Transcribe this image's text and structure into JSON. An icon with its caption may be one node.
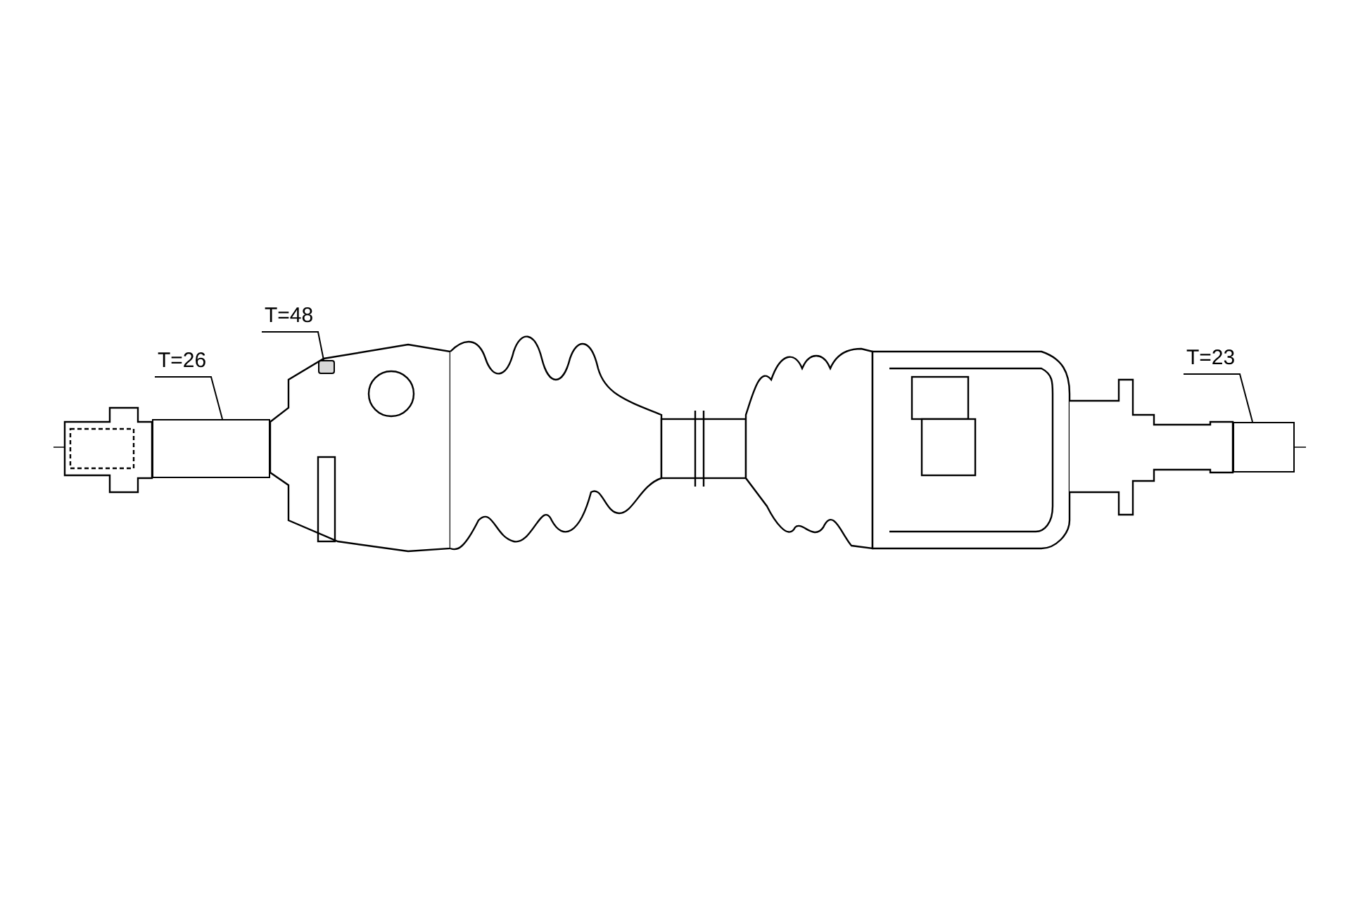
{
  "diagram": {
    "nodes": [
      {
        "text": [
          "T=26"
        ]
      },
      {
        "text": [],
        "shape": "bar"
      },
      {
        "text": [
          "T=48"
        ]
      },
      {
        "text": [],
        "shape": "box"
      },
      {
        "text": [
          "T=23"
        ]
      },
      {
        "text": [],
        "shape": "bar"
      }
    ],
    "edges": [
      {
        "from": 0,
        "to": 1,
        "arrow": "none"
      },
      {
        "from": 2,
        "to": 3,
        "arrow": "none"
      },
      {
        "from": 4,
        "to": 5,
        "arrow": "none"
      }
    ]
  }
}
